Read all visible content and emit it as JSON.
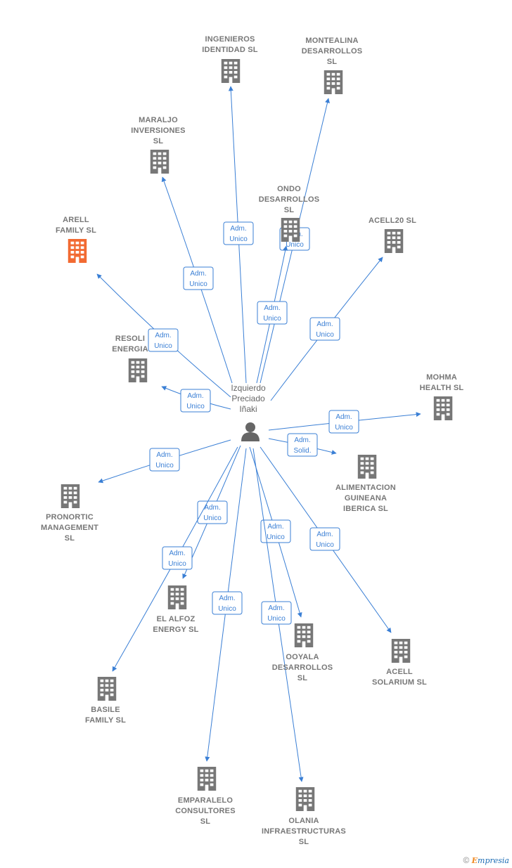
{
  "colors": {
    "edge": "#3a7fd5",
    "company": "#777777",
    "highlight": "#f26a32",
    "person": "#666666"
  },
  "person": {
    "name": [
      "Izquierdo",
      "Preciado",
      "Iñaki"
    ],
    "icon": "person-icon"
  },
  "companies": [
    {
      "id": "ingenieros",
      "label": [
        "INGENIEROS",
        "IDENTIDAD  SL"
      ],
      "highlight": false
    },
    {
      "id": "montealina",
      "label": [
        "MONTEALINA",
        "DESARROLLOS",
        "SL"
      ],
      "highlight": false
    },
    {
      "id": "maraljo",
      "label": [
        "MARALJO",
        "INVERSIONES",
        "SL"
      ],
      "highlight": false
    },
    {
      "id": "ondo",
      "label": [
        "ONDO",
        "DESARROLLOS",
        "SL"
      ],
      "highlight": false
    },
    {
      "id": "acell20",
      "label": [
        "ACELL20  SL"
      ],
      "highlight": false
    },
    {
      "id": "arell",
      "label": [
        "ARELL",
        "FAMILY  SL"
      ],
      "highlight": true
    },
    {
      "id": "resoli",
      "label": [
        "RESOLI",
        "ENERGIA"
      ],
      "highlight": false
    },
    {
      "id": "mohma",
      "label": [
        "MOHMA",
        "HEALTH SL"
      ],
      "highlight": false
    },
    {
      "id": "alimentacion",
      "label": [
        "ALIMENTACION",
        "GUINEANA",
        "IBERICA  SL"
      ],
      "highlight": false
    },
    {
      "id": "pronortic",
      "label": [
        "PRONORTIC",
        "MANAGEMENT",
        "SL"
      ],
      "highlight": false
    },
    {
      "id": "elalfoz",
      "label": [
        "EL ALFOZ",
        "ENERGY  SL"
      ],
      "highlight": false
    },
    {
      "id": "basile",
      "label": [
        "BASILE",
        "FAMILY  SL"
      ],
      "highlight": false
    },
    {
      "id": "ooyala",
      "label": [
        "OOYALA",
        "DESARROLLOS",
        "SL"
      ],
      "highlight": false
    },
    {
      "id": "acellsolarium",
      "label": [
        "ACELL",
        "SOLARIUM  SL"
      ],
      "highlight": false
    },
    {
      "id": "emparalelo",
      "label": [
        "EMPARALELO",
        "CONSULTORES",
        "SL"
      ],
      "highlight": false
    },
    {
      "id": "olania",
      "label": [
        "OLANIA",
        "INFRAESTRUCTURAS",
        "SL"
      ],
      "highlight": false
    }
  ],
  "edges": [
    {
      "to": "ingenieros",
      "role": [
        "Adm.",
        "Unico"
      ]
    },
    {
      "to": "montealina",
      "role": [
        "Adm.",
        "Unico"
      ]
    },
    {
      "to": "maraljo",
      "role": [
        "Adm.",
        "Unico"
      ]
    },
    {
      "to": "ondo",
      "role": [
        "Adm.",
        "Unico"
      ]
    },
    {
      "to": "acell20",
      "role": [
        "Adm.",
        "Unico"
      ]
    },
    {
      "to": "arell",
      "role": [
        "Adm.",
        "Unico"
      ]
    },
    {
      "to": "resoli",
      "role": [
        "Adm.",
        "Unico"
      ]
    },
    {
      "to": "mohma",
      "role": [
        "Adm.",
        "Unico"
      ]
    },
    {
      "to": "alimentacion",
      "role": [
        "Adm.",
        "Solid."
      ]
    },
    {
      "to": "pronortic",
      "role": [
        "Adm.",
        "Unico"
      ]
    },
    {
      "to": "elalfoz",
      "role": [
        "Adm.",
        "Unico"
      ]
    },
    {
      "to": "basile",
      "role": [
        "Adm.",
        "Unico"
      ]
    },
    {
      "to": "ooyala",
      "role": [
        "Adm.",
        "Unico"
      ]
    },
    {
      "to": "acellsolarium",
      "role": [
        "Adm.",
        "Unico"
      ]
    },
    {
      "to": "emparalelo",
      "role": [
        "Adm.",
        "Unico"
      ]
    },
    {
      "to": "olania",
      "role": [
        "Adm.",
        "Unico"
      ]
    }
  ],
  "footer": {
    "copyright": "©",
    "brand_initial": "E",
    "brand_rest": "mpresia"
  }
}
